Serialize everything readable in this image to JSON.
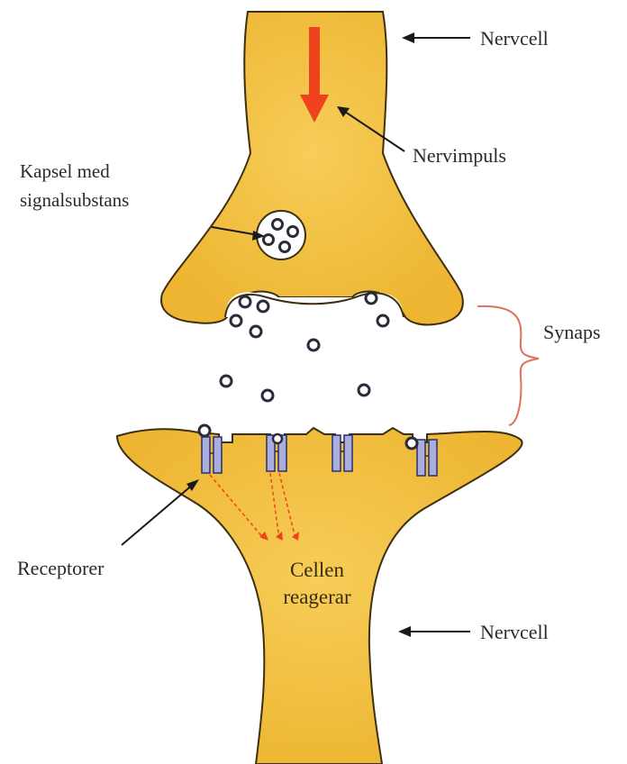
{
  "labels": {
    "nervcell_top": "Nervcell",
    "nervimpuls": "Nervimpuls",
    "kapsel_line1": "Kapsel med",
    "kapsel_line2": "signalsubstans",
    "synaps": "Synaps",
    "receptorer": "Receptorer",
    "cellen_line1": "Cellen",
    "cellen_line2": "reagerar",
    "nervcell_bottom": "Nervcell"
  },
  "colors": {
    "cell_fill": "#F2C142",
    "cell_stroke": "#3d2f10",
    "impulse_arrow": "#F0421E",
    "synapse_bracket": "#E0705C",
    "receptor_fill": "#A9AEDF",
    "receptor_stroke": "#2a2f6a",
    "molecule_stroke": "#2b2b3b",
    "label_color": "#2a2a2a"
  }
}
